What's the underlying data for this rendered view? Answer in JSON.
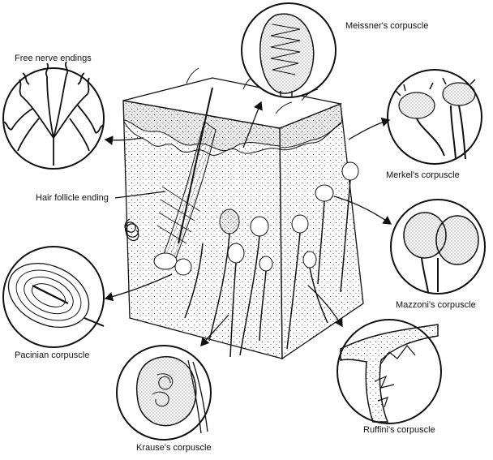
{
  "figure": {
    "labels": {
      "free_nerve_endings": "Free nerve endings",
      "meissners_corpuscle": "Meissner's corpuscle",
      "merkels_corpuscle": "Merkel's corpuscle",
      "hair_follicle_ending": "Hair follicle ending",
      "mazzonis_corpuscle": "Mazzoni's corpuscle",
      "pacinian_corpuscle": "Pacinian corpuscle",
      "ruffinis_corpuscle": "Ruffini's corpuscle",
      "krauses_corpuscle": "Krause's corpuscle"
    }
  },
  "colors": {
    "ink": "#111111",
    "paper": "#ffffff"
  }
}
